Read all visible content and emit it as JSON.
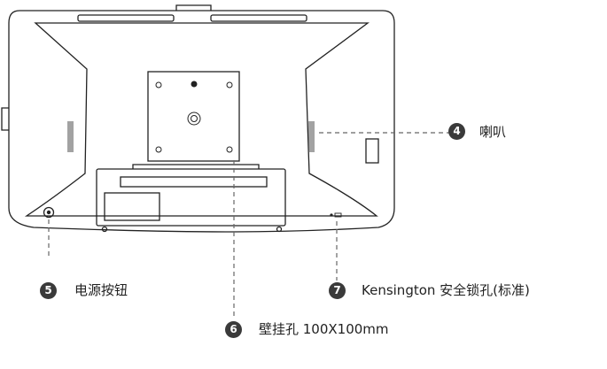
{
  "callouts": [
    {
      "id": "speaker",
      "number": "4",
      "label": "喇叭"
    },
    {
      "id": "power-button",
      "number": "5",
      "label": "电源按钮"
    },
    {
      "id": "kensington",
      "number": "7",
      "label": "Kensington 安全锁孔(标准)"
    },
    {
      "id": "vesa-mount",
      "number": "6",
      "label": "壁挂孔 100X100mm"
    }
  ],
  "colors": {
    "outline": "#222222",
    "leader": "#666666",
    "badge": "#3a3a3a"
  }
}
